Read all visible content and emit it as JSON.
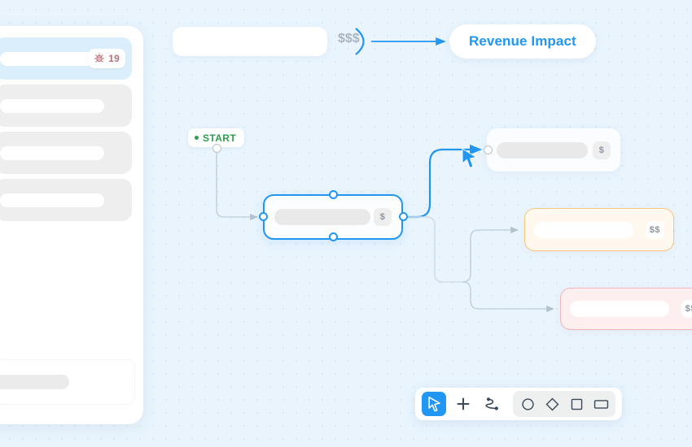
{
  "app": {
    "canvas_bg": "#e9f4fd",
    "accent": "#2196f3"
  },
  "sidebar": {
    "items": [
      {
        "label": "",
        "state": "selected",
        "badge": {
          "icon": "bug-icon",
          "count": "19"
        }
      },
      {
        "label": "",
        "state": "plain"
      },
      {
        "label": "",
        "state": "plain"
      },
      {
        "label": "",
        "state": "plain"
      }
    ],
    "bottom_box": {
      "label": ""
    }
  },
  "canvas": {
    "blank_node": {
      "label": ""
    },
    "money_label_top": "$$$",
    "revenue_pill": {
      "label": "Revenue Impact",
      "color": "#2196f3"
    },
    "start_badge": {
      "label": "START",
      "color": "#2e9e4f"
    },
    "nodes": [
      {
        "id": "selected",
        "label": "",
        "money": "$",
        "state": "selected",
        "accent": "#2196f3"
      },
      {
        "id": "top-right",
        "label": "",
        "money": "$",
        "state": "default"
      },
      {
        "id": "amber",
        "label": "",
        "money": "$$",
        "state": "warning",
        "accent": "#f6c884"
      },
      {
        "id": "pink",
        "label": "",
        "money": "$$",
        "state": "danger",
        "accent": "#f3b4bb"
      }
    ]
  },
  "toolbar": {
    "tools": [
      {
        "name": "select-tool",
        "icon": "cursor-icon",
        "active": true
      },
      {
        "name": "add-node-tool",
        "icon": "plus-icon",
        "active": false
      },
      {
        "name": "connector-tool",
        "icon": "connector-icon",
        "active": false
      }
    ],
    "shapes": [
      {
        "name": "shape-circle",
        "icon": "circle-icon"
      },
      {
        "name": "shape-diamond",
        "icon": "diamond-icon"
      },
      {
        "name": "shape-square",
        "icon": "square-icon"
      },
      {
        "name": "shape-rectangle",
        "icon": "rectangle-icon"
      }
    ]
  }
}
